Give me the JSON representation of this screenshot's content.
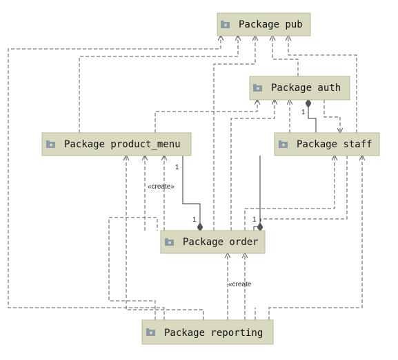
{
  "diagram": {
    "packages": {
      "pub": "Package pub",
      "auth": "Package auth",
      "product_menu": "Package product_menu",
      "staff": "Package staff",
      "order": "Package order",
      "reporting": "Package reporting"
    },
    "labels": {
      "create_1": "«create»",
      "create_2": "«create",
      "mult_pm_order_top": "1",
      "mult_pm_order_bottom": "1",
      "mult_auth_staff": "1",
      "mult_order_staff": "1"
    },
    "colors": {
      "package_fill": "#d9d9bf",
      "package_border": "#b9b99e",
      "folder_icon": "#8a9aa6",
      "line": "#555555"
    },
    "icon": "folder-icon"
  }
}
